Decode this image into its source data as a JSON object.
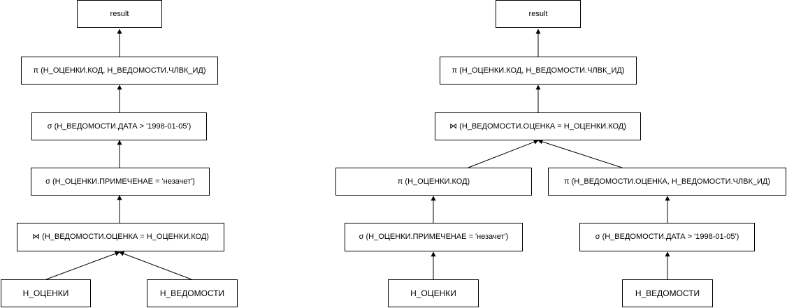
{
  "diagrams": [
    {
      "nodes": {
        "result": "result",
        "projection": "π (Н_ОЦЕНКИ.КОД, Н_ВЕДОМОСТИ.ЧЛВК_ИД)",
        "select_date": "σ (Н_ВЕДОМОСТИ.ДАТА > '1998-01-05')",
        "select_note": "σ (Н_ОЦЕНКИ.ПРИМЕЧЕНАЕ = 'незачет')",
        "join": "⋈ (Н_ВЕДОМОСТИ.ОЦЕНКА = Н_ОЦЕНКИ.КОД)",
        "table_grades": "Н_ОЦЕНКИ",
        "table_sheets": "Н_ВЕДОМОСТИ"
      }
    },
    {
      "nodes": {
        "result": "result",
        "projection": "π (Н_ОЦЕНКИ.КОД, Н_ВЕДОМОСТИ.ЧЛВК_ИД)",
        "join": "⋈ (Н_ВЕДОМОСТИ.ОЦЕНКА = Н_ОЦЕНКИ.КОД)",
        "proj_grades": "π (Н_ОЦЕНКИ.КОД)",
        "proj_sheets": "π (Н_ВЕДОМОСТИ.ОЦЕНКА, Н_ВЕДОМОСТИ.ЧЛВК_ИД)",
        "select_note": "σ (Н_ОЦЕНКИ.ПРИМЕЧЕНАЕ = 'незачет')",
        "select_date": "σ (Н_ВЕДОМОСТИ.ДАТА > '1998-01-05')",
        "table_grades": "Н_ОЦЕНКИ",
        "table_sheets": "Н_ВЕДОМОСТИ"
      }
    }
  ]
}
